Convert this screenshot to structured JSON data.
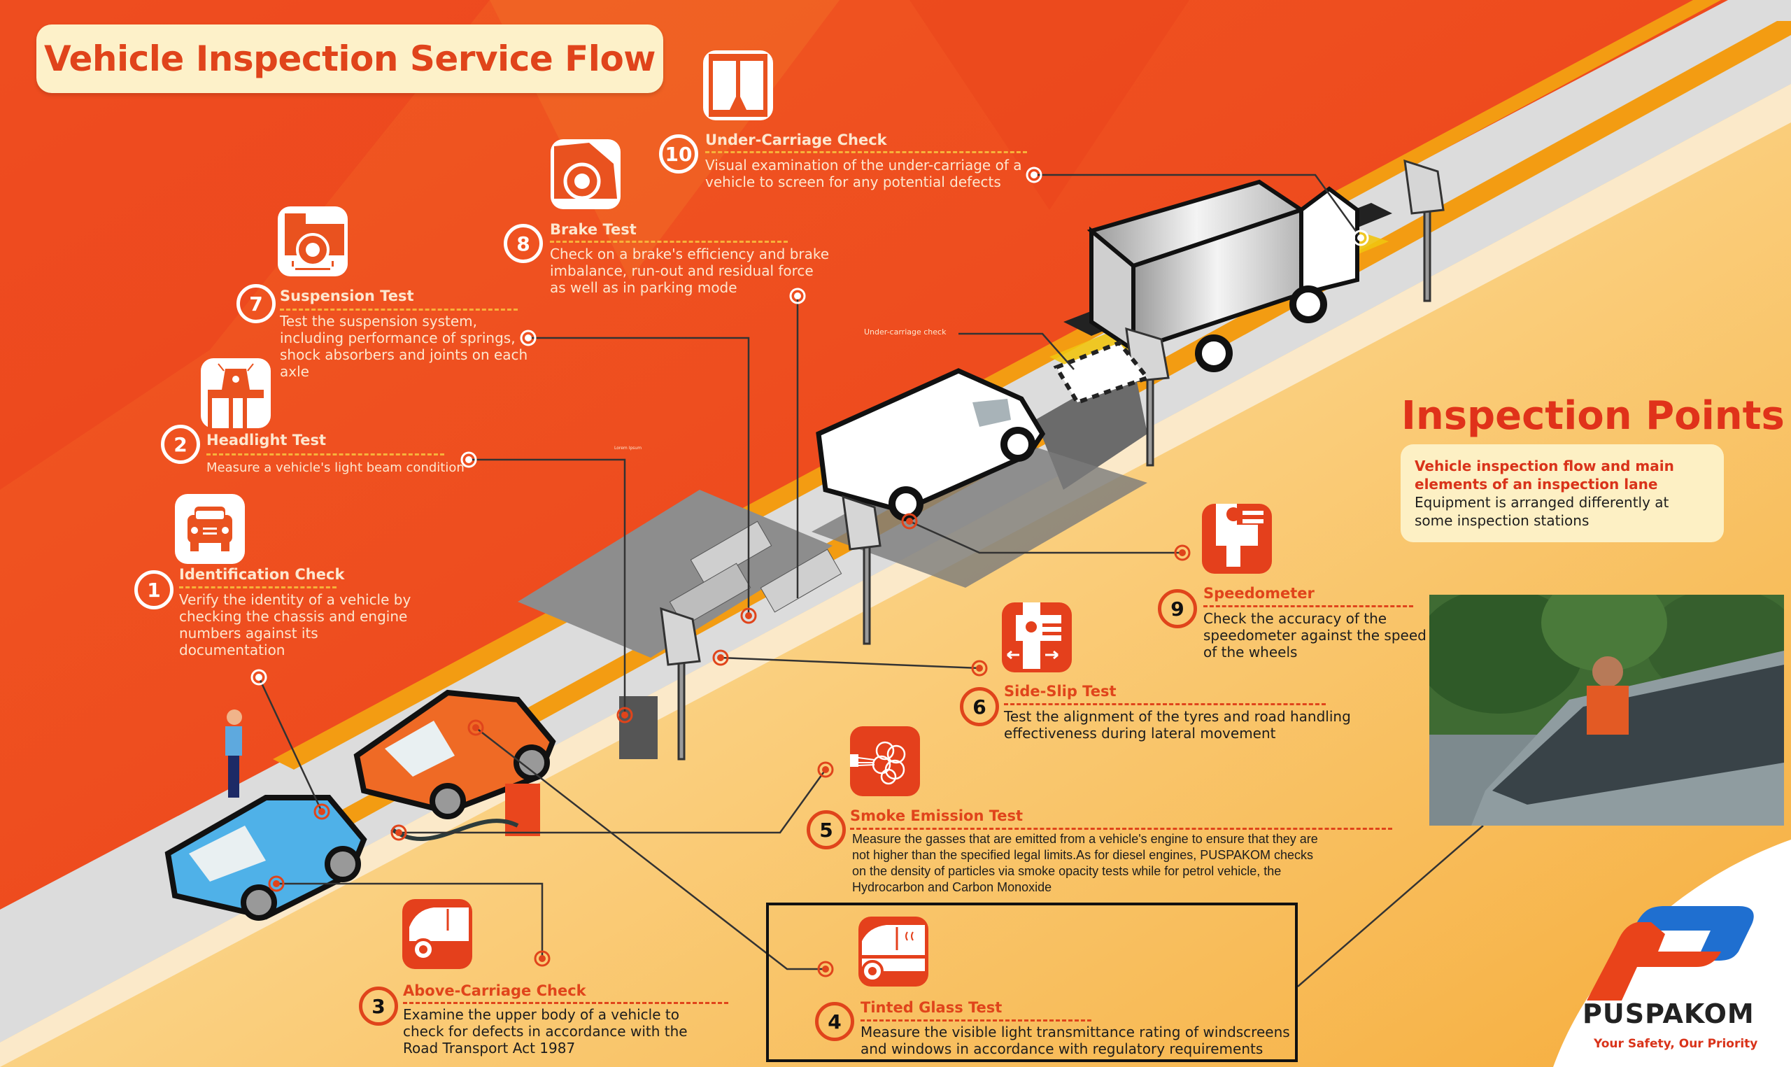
{
  "title": "Vehicle Inspection Service Flow",
  "colors": {
    "brand_red": "#e0441b",
    "orange_bg": "#ef5a22",
    "yellow_bg": "#f7b447",
    "cream": "#fdf1c9",
    "road_gray": "#d9d9d9",
    "lane_yellow": "#f39c12",
    "logo_blue": "#1f6fd0"
  },
  "steps": [
    {
      "number": "1",
      "title": "Identification Check",
      "icon": "car-front-icon",
      "description": "Verify the identity of a vehicle by checking the chassis and engine numbers against its documentation"
    },
    {
      "number": "2",
      "title": "Headlight Test",
      "icon": "headlight-tester-icon",
      "description": "Measure a vehicle's light beam condition"
    },
    {
      "number": "3",
      "title": "Above-Carriage Check",
      "icon": "car-side-icon",
      "description": "Examine the upper body of a vehicle to check for defects in accordance with the Road Transport Act 1987"
    },
    {
      "number": "4",
      "title": "Tinted Glass Test",
      "icon": "tinted-window-icon",
      "description": "Measure the visible light transmittance rating of windscreens and windows in accordance with regulatory requirements"
    },
    {
      "number": "5",
      "title": "Smoke Emission Test",
      "icon": "exhaust-smoke-icon",
      "description": "Measure the gasses that are emitted from a vehicle's engine to ensure that they are not higher than the specified legal limits.As for diesel engines, PUSPAKOM checks on the density of particles via smoke opacity tests while for petrol vehicle, the Hydrocarbon and Carbon Monoxide"
    },
    {
      "number": "6",
      "title": "Side-Slip Test",
      "icon": "side-slip-icon",
      "description": "Test the alignment of the tyres and road handling effectiveness during lateral movement"
    },
    {
      "number": "7",
      "title": "Suspension Test",
      "icon": "suspension-icon",
      "description": "Test the suspension system, including performance of springs, shock absorbers and joints on each axle"
    },
    {
      "number": "8",
      "title": "Brake Test",
      "icon": "brake-icon",
      "description": "Check on a brake's efficiency and brake imbalance, run-out and residual force as well as in parking mode"
    },
    {
      "number": "9",
      "title": "Speedometer",
      "icon": "speedometer-roller-icon",
      "description": "Check the accuracy of the speedometer against the speed of the wheels"
    },
    {
      "number": "10",
      "title": "Under-Carriage Check",
      "icon": "undercarriage-icon",
      "description": "Visual examination of the under-carriage of a vehicle to screen for any potential defects"
    }
  ],
  "annotations": {
    "undercarriage_label": "Under-carriage check",
    "placeholder_label": "Lorem Ipsum"
  },
  "inspection_points": {
    "title": "Inspection Points",
    "subtitle": "Vehicle inspection flow and main elements of an inspection lane",
    "body": "Equipment is arranged differently at some inspection stations"
  },
  "photo": {
    "subject": "inspector-measuring-windscreen-tint"
  },
  "logo": {
    "brand": "PUSPAKOM",
    "tagline": "Your Safety, Our Priority"
  }
}
